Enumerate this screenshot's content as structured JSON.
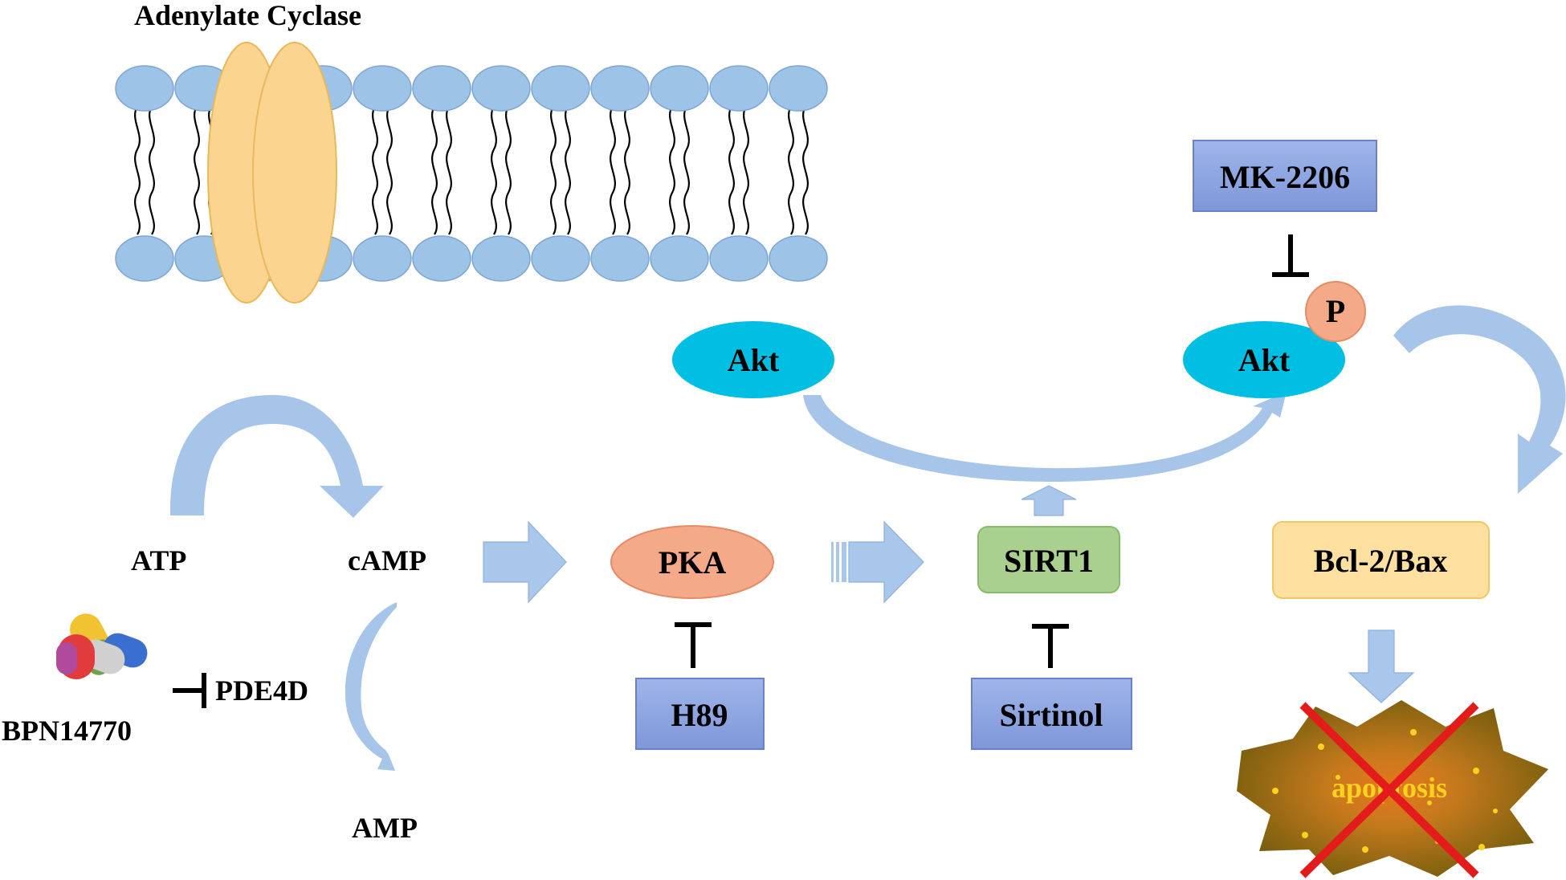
{
  "labels": {
    "adenylate_cyclase": "Adenylate Cyclase",
    "atp": "ATP",
    "camp": "cAMP",
    "amp": "AMP",
    "pde4d": "PDE4D",
    "bpn14770": "BPN14770",
    "pka": "PKA",
    "h89": "H89",
    "sirt1": "SIRT1",
    "sirtinol": "Sirtinol",
    "akt_left": "Akt",
    "akt_right": "Akt",
    "phospho": "P",
    "mk2206": "MK-2206",
    "bcl2_bax": "Bcl-2/Bax",
    "apoptosis": "apoptosis"
  },
  "colors": {
    "membrane_head": "#9dc3e6",
    "adenylate_cyclase": "#fbd58f",
    "akt": "#00bfe3",
    "pka": "#f4a988",
    "sirt1": "#a9d08e",
    "bcl2_bax": "#fde0a0",
    "inhibitor_box": "#8ea6e0",
    "arrow": "#a9c7ea",
    "apoptosis_cell": "#7a6010",
    "apoptosis_cross": "#e31b1b",
    "apoptosis_text": "#ffd21f"
  },
  "icons": {
    "drug": "capsules-icon",
    "block": "cross-out-icon"
  }
}
